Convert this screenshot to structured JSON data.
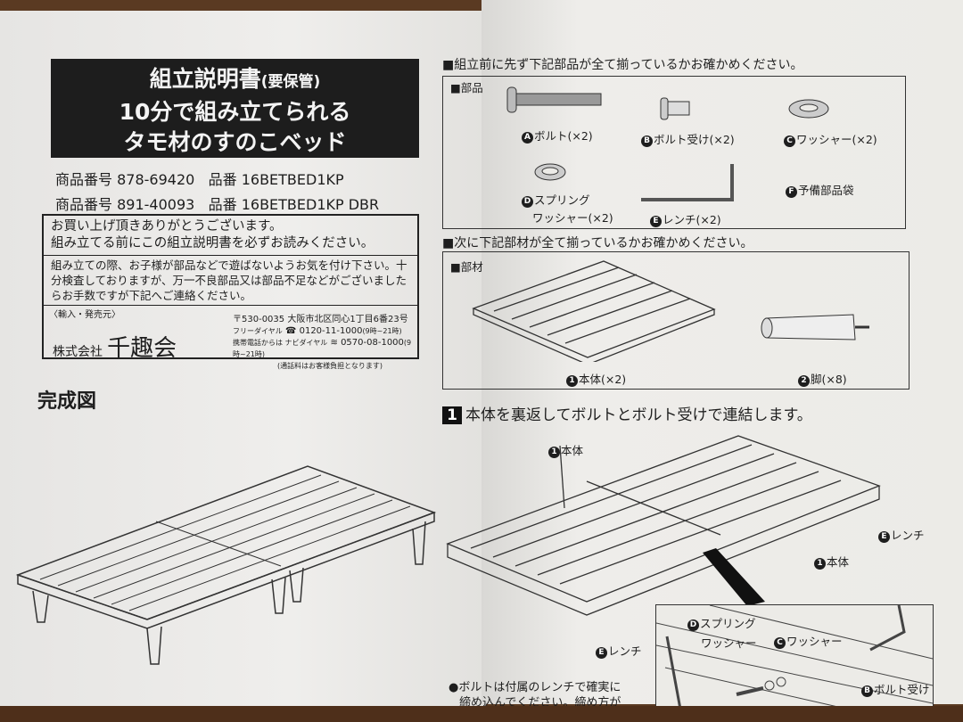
{
  "left_page": {
    "title": {
      "line1": "組立説明書",
      "line1_note": "(要保管)",
      "line2": "10分で組み立てられる",
      "line3": "タモ材のすのこベッド"
    },
    "products": [
      {
        "label": "商品番号",
        "number": "878-69420",
        "part_label": "品番",
        "part": "16BETBED1KP"
      },
      {
        "label": "商品番号",
        "number": "891-40093",
        "part_label": "品番",
        "part": "16BETBED1KP DBR"
      }
    ],
    "info": {
      "thanks": "お買い上げ頂きありがとうございます。",
      "read": "組み立てる前にこの組立説明書を必ずお読みください。",
      "caution": "組み立ての際、お子様が部品などで遊ばないようお気を付け下さい。十分検査しておりますが、万一不良部品又は部品不足などがございましたらお手数ですが下記へご連絡ください。",
      "importer": "〈輸入・発売元〉",
      "company_prefix": "株式会社",
      "company_name": "千趣会",
      "address": "〒530-0035 大阪市北区同心1丁目6番23号",
      "freedial_label": "フリーダイヤル",
      "freedial": "0120-11-1000",
      "freedial_hours": "(9時~21時)",
      "navi_label": "携帯電話からは ナビダイヤル",
      "navi": "0570-08-1000",
      "navi_hours": "(9時~21時)",
      "fee_note": "(通話料はお客様負担となります)"
    },
    "completed_label": "完成図"
  },
  "right_page": {
    "parts_heading": "■組立前に先ず下記部品が全て揃っているかお確かめください。",
    "parts_box_label": "■部品",
    "parts": [
      {
        "letter": "A",
        "name": "ボルト(×2)"
      },
      {
        "letter": "B",
        "name": "ボルト受け(×2)"
      },
      {
        "letter": "C",
        "name": "ワッシャー(×2)"
      },
      {
        "letter": "D",
        "name": "スプリング",
        "name2": "ワッシャー(×2)"
      },
      {
        "letter": "E",
        "name": "レンチ(×2)"
      },
      {
        "letter": "F",
        "name": "予備部品袋"
      }
    ],
    "members_heading": "■次に下記部材が全て揃っているかお確かめください。",
    "members_box_label": "■部材",
    "members": [
      {
        "number": "1",
        "name": "本体(×2)"
      },
      {
        "number": "2",
        "name": "脚(×8)"
      }
    ],
    "step1": {
      "number": "1",
      "text": "本体を裏返してボルトとボルト受けで連結します。"
    },
    "callouts": {
      "body": "本体",
      "wrench": "レンチ",
      "spring": "スプリング",
      "washer_d": "ワッシャー",
      "washer_c": "ワッシャー",
      "bolt_receiver": "ボルト受け"
    },
    "note_line1": "●ボルトは付属のレンチで確実に",
    "note_line2": "締め込んでください。締め方が"
  }
}
